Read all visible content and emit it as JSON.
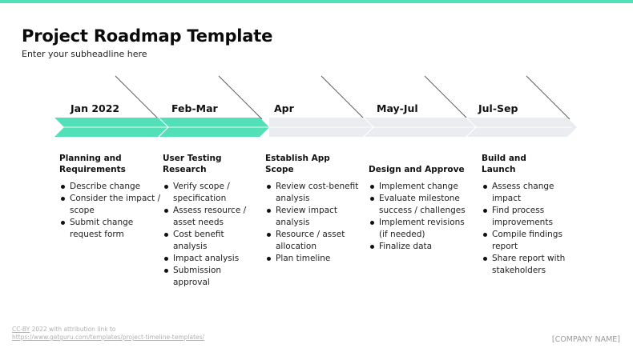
{
  "slide": {
    "title": "Project Roadmap Template",
    "subtitle": "Enter your subheadline here"
  },
  "colors": {
    "accent": "#52e0b8",
    "inactive": "#eaecf0",
    "text": "#111111",
    "muted": "#b0b0b0"
  },
  "timeline": {
    "phases": [
      {
        "label": "Jan 2022",
        "status": "completed",
        "title": "Planning and Requirements",
        "title_lines": [
          "Planning and",
          "Requirements"
        ],
        "items": [
          "Describe change",
          "Consider the impact / scope",
          "Submit change request form"
        ]
      },
      {
        "label": "Feb-Mar",
        "status": "completed",
        "title": "User Testing Research",
        "title_lines": [
          "User Testing",
          "Research"
        ],
        "items": [
          "Verify scope / specification",
          "Assess resource / asset needs",
          "Cost benefit analysis",
          "Impact analysis",
          "Submission approval"
        ]
      },
      {
        "label": "Apr",
        "status": "upcoming",
        "title": "Establish App Scope",
        "title_lines": [
          "Establish App",
          "Scope"
        ],
        "items": [
          "Review cost-benefit analysis",
          "Review impact analysis",
          "Resource / asset allocation",
          "Plan timeline"
        ]
      },
      {
        "label": "May-Jul",
        "status": "upcoming",
        "title": "Design and Approve",
        "title_lines": [
          "Design and Approve"
        ],
        "items": [
          "Implement change",
          "Evaluate milestone success / challenges",
          "Implement revisions (if needed)",
          "Finalize data"
        ]
      },
      {
        "label": "Jul-Sep",
        "status": "upcoming",
        "title": "Build and Launch",
        "title_lines": [
          "Build and",
          "Launch"
        ],
        "items": [
          "Assess change impact",
          "Find process improvements",
          "Compile findings report",
          "Share report with stakeholders"
        ]
      }
    ]
  },
  "footer": {
    "license_link": "CC-BY",
    "license_text": " 2022 with attribution link to",
    "attribution_url_text": "https://www.getguru.com/templates/project-timeline-templates/",
    "company": "[COMPANY NAME]"
  }
}
